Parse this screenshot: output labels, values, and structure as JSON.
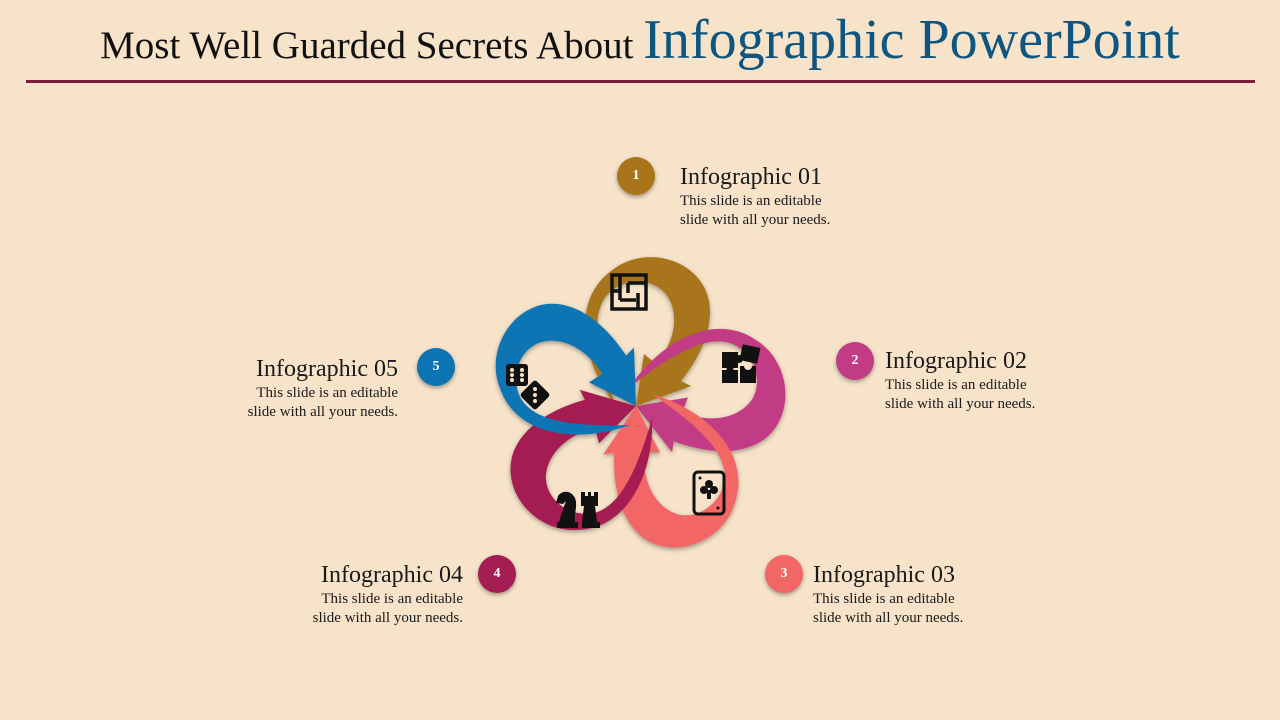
{
  "title": {
    "part1": "Most Well Guarded Secrets About ",
    "part2": "Infographic PowerPoint"
  },
  "colors": {
    "c1": "#a9741a",
    "c2": "#c23b85",
    "c3": "#f26665",
    "c4": "#a51d53",
    "c5": "#0d74b4",
    "rule": "#7a1e3b"
  },
  "items": [
    {
      "num": "1",
      "heading": "Infographic 01",
      "desc1": "This slide is an editable",
      "desc2": "slide with all your needs.",
      "icon": "maze-icon"
    },
    {
      "num": "2",
      "heading": "Infographic 02",
      "desc1": "This slide is an editable",
      "desc2": "slide with all your needs.",
      "icon": "puzzle-icon"
    },
    {
      "num": "3",
      "heading": "Infographic 03",
      "desc1": "This slide is an editable",
      "desc2": "slide with all your needs.",
      "icon": "playing-card-icon"
    },
    {
      "num": "4",
      "heading": "Infographic 04",
      "desc1": "This slide is an editable",
      "desc2": "slide with all your needs.",
      "icon": "chess-pieces-icon"
    },
    {
      "num": "5",
      "heading": "Infographic 05",
      "desc1": "This slide is an editable",
      "desc2": "slide with all your needs.",
      "icon": "dice-icon"
    }
  ]
}
